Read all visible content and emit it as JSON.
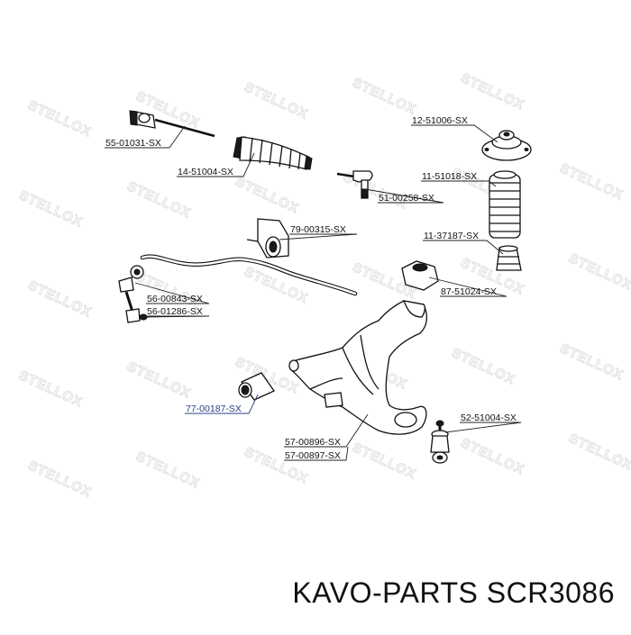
{
  "watermark": "STELLOX",
  "parts": [
    {
      "id": "p1",
      "code": "55-01031-SX",
      "highlight": false
    },
    {
      "id": "p2",
      "code": "14-51004-SX",
      "highlight": false
    },
    {
      "id": "p3",
      "code": "12-51006-SX",
      "highlight": false
    },
    {
      "id": "p4",
      "code": "11-51018-SX",
      "highlight": false
    },
    {
      "id": "p5",
      "code": "51-00258-SX",
      "highlight": false
    },
    {
      "id": "p6",
      "code": "79-00315-SX",
      "highlight": false
    },
    {
      "id": "p7",
      "code": "11-37187-SX",
      "highlight": false
    },
    {
      "id": "p8",
      "code": "87-51024-SX",
      "highlight": false
    },
    {
      "id": "p9",
      "code": "56-00843-SX",
      "highlight": false
    },
    {
      "id": "p10",
      "code": "56-01286-SX",
      "highlight": false
    },
    {
      "id": "p11",
      "code": "77-00187-SX",
      "highlight": true
    },
    {
      "id": "p12",
      "code": "52-51004-SX",
      "highlight": false
    },
    {
      "id": "p13",
      "code": "57-00896-SX",
      "highlight": false
    },
    {
      "id": "p14",
      "code": "57-00897-SX",
      "highlight": false
    }
  ],
  "footer": {
    "brand": "KAVO-PARTS",
    "part_number": "SCR3086"
  },
  "colors": {
    "highlight_label": "#2a3f86",
    "ink": "#111111",
    "watermark": "#dcdcdc"
  }
}
